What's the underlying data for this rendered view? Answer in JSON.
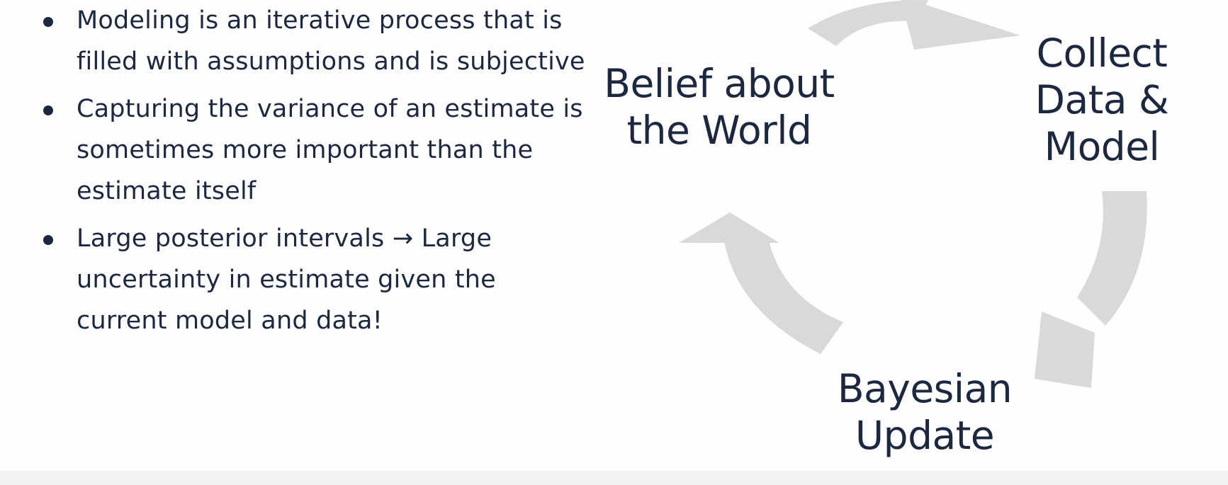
{
  "bullets": [
    {
      "text": "Modeling is an iterative process that is filled with assumptions and is subjective"
    },
    {
      "text": "Capturing the variance of an estimate is sometimes more important than the estimate itself"
    },
    {
      "text": "Large posterior intervals → Large uncertainty in estimate given the current model and data!"
    }
  ],
  "cycle": {
    "nodes": [
      {
        "label": "Belief about\nthe World"
      },
      {
        "label": "Collect\nData &\nModel"
      },
      {
        "label": "Bayesian\nUpdate"
      }
    ],
    "arrow_color": "#d9d9d9"
  },
  "colors": {
    "text": "#1c2740",
    "background": "#fefefe"
  }
}
